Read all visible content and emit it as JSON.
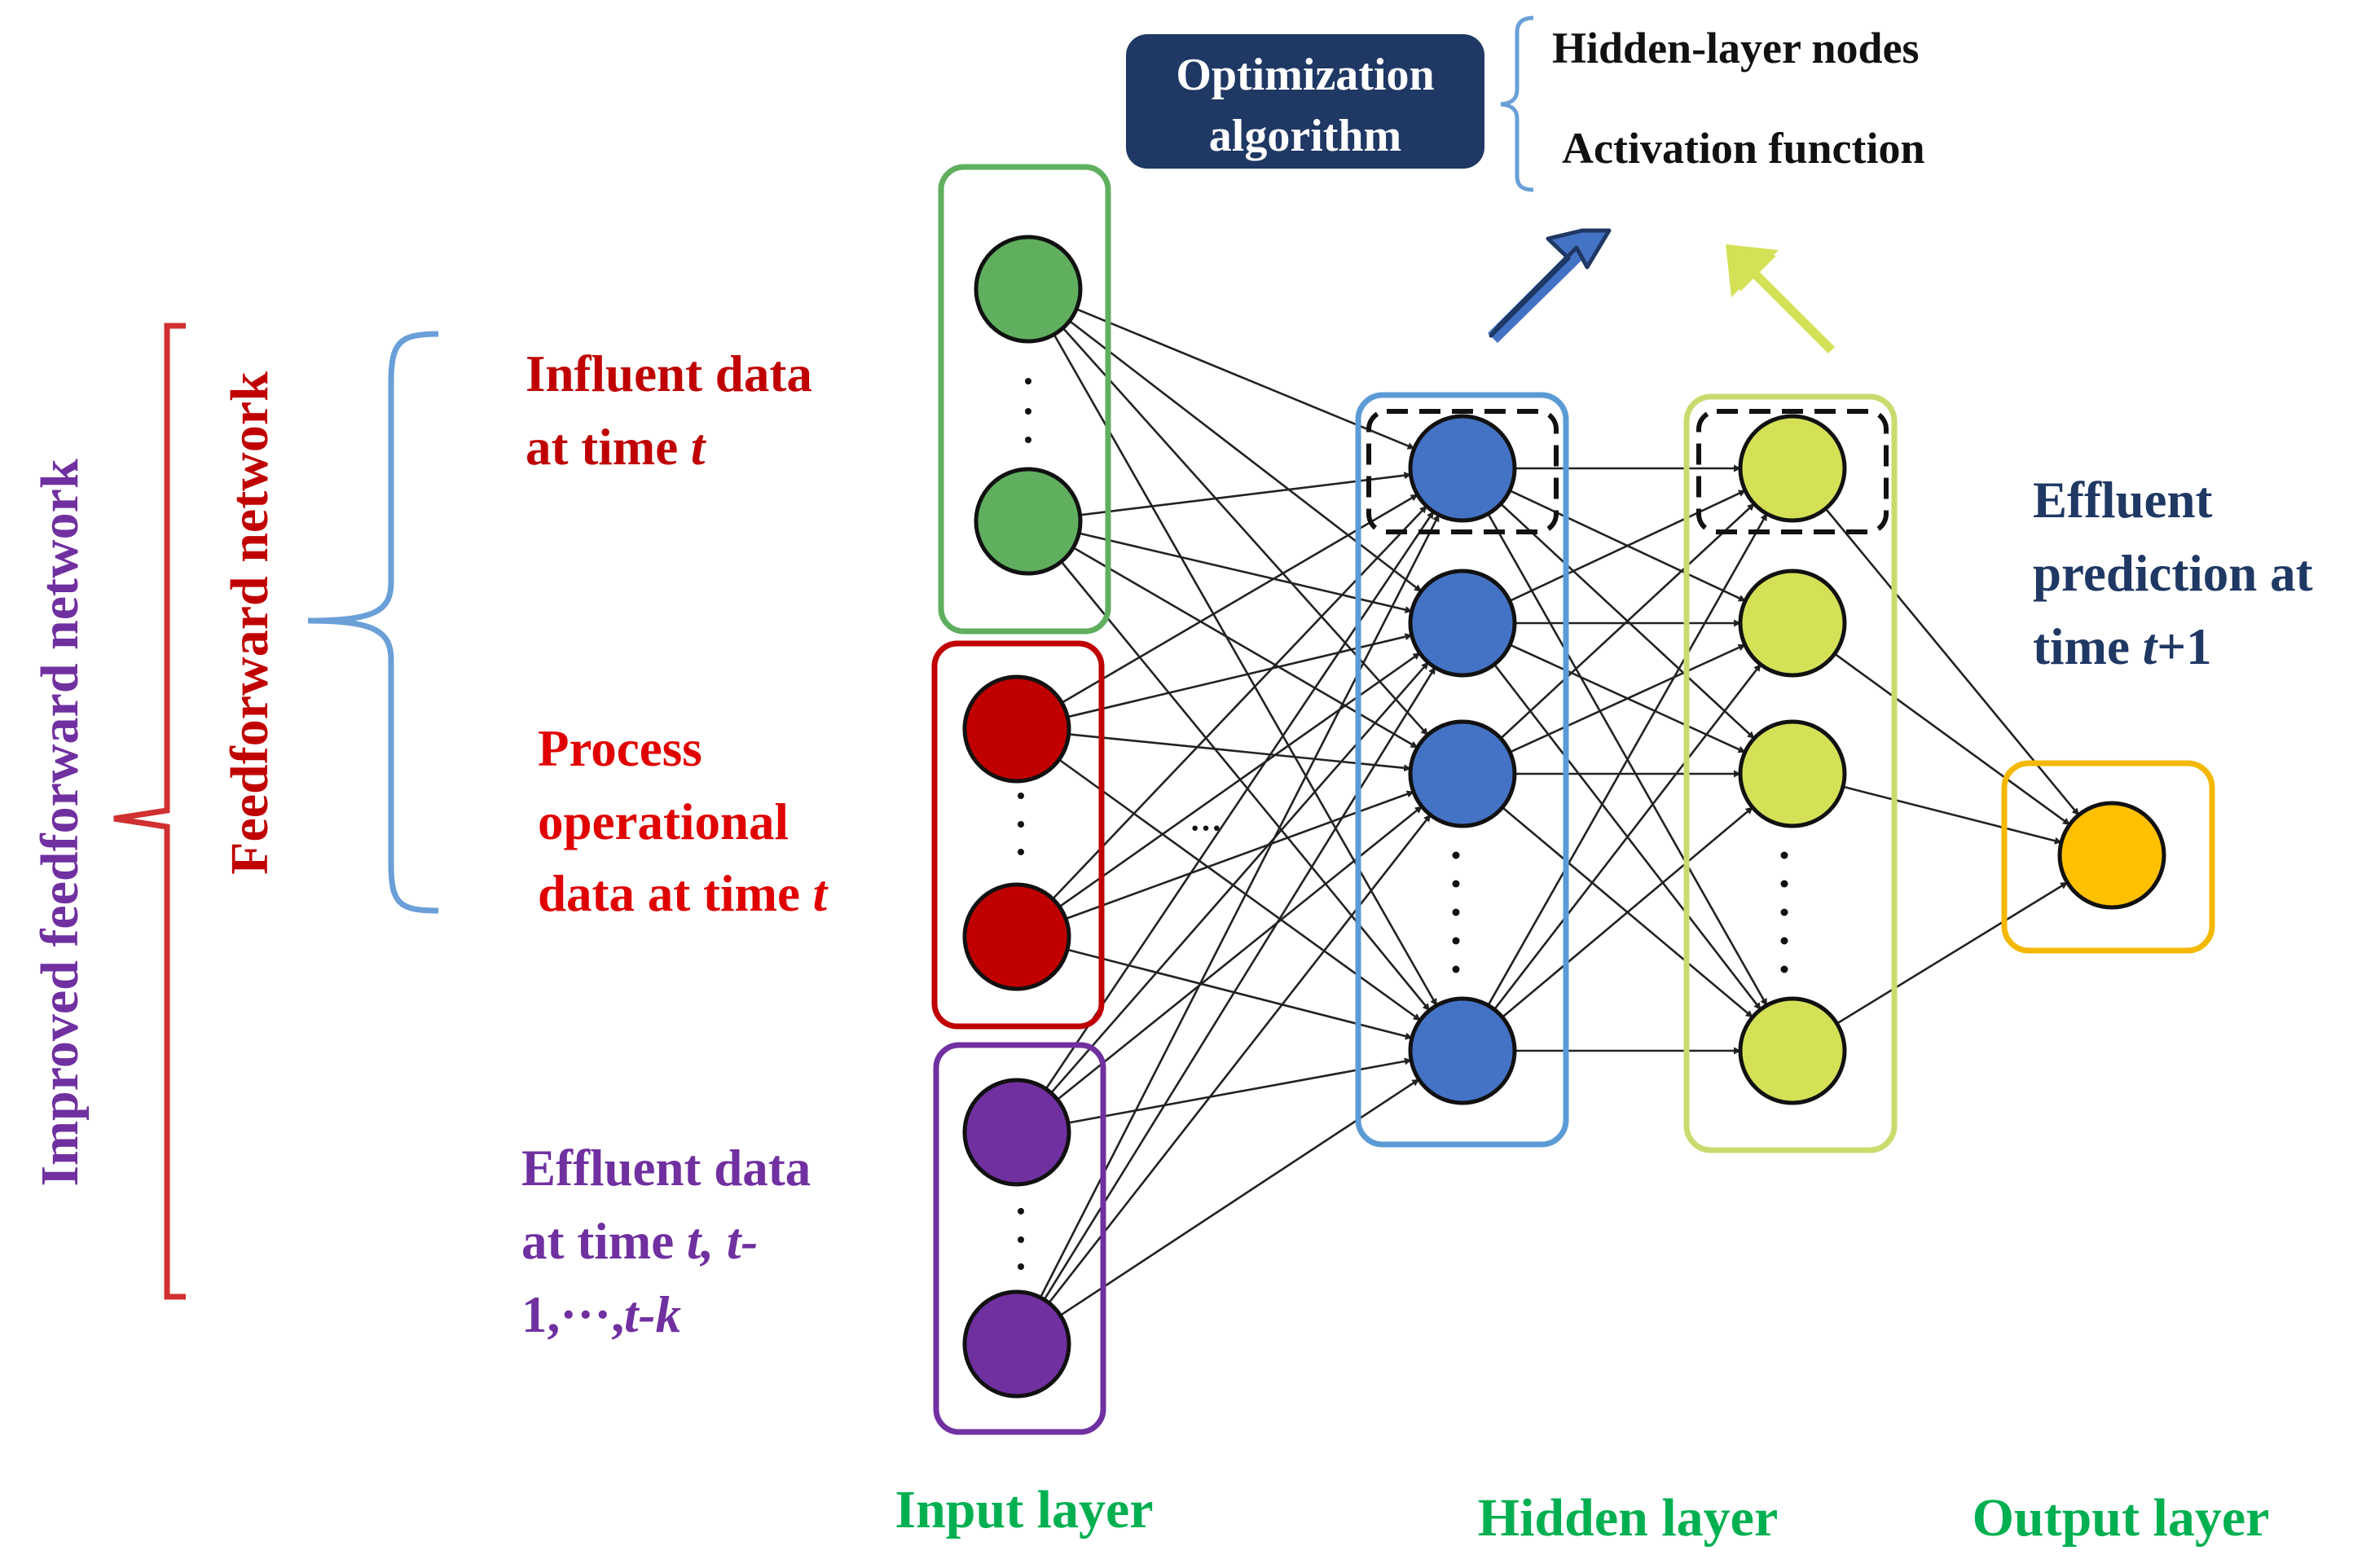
{
  "labels": {
    "improved_network": "Improved feedforward network",
    "feedforward_network": "Feedforward network",
    "influent": [
      "Influent data",
      "at time ",
      "t"
    ],
    "process": [
      "Process",
      "operational",
      "data at time ",
      "t"
    ],
    "effluent": [
      "Effluent data",
      "at time ",
      "t, t-",
      "1,···,",
      "t-k"
    ],
    "output": [
      "Effluent",
      "prediction at",
      "time ",
      "t",
      "+1"
    ],
    "optimization": [
      "Optimization",
      "algorithm"
    ],
    "hidden_nodes": "Hidden-layer nodes",
    "activation_function": "Activation function",
    "input_layer": "Input layer",
    "hidden_layer": "Hidden layer",
    "output_layer": "Output layer",
    "dots_vertical": "·\n·\n·",
    "dots_horizontal": "···"
  },
  "colors": {
    "influent": "#5faf5f",
    "process": "#c00000",
    "effluent": "#7030a0",
    "hidden1": "#4472c4",
    "hidden2": "#d4e157",
    "output": "#ffc000",
    "navy": "#1f3864",
    "layer_title": "#00b050",
    "bracket_red": "#d03030",
    "bracket_blue": "#6a9fd8",
    "box_green": "#5faf5f",
    "box_blue": "#5b9bd5",
    "box_lime": "#c8dc6e",
    "box_orange": "#f5b800"
  }
}
